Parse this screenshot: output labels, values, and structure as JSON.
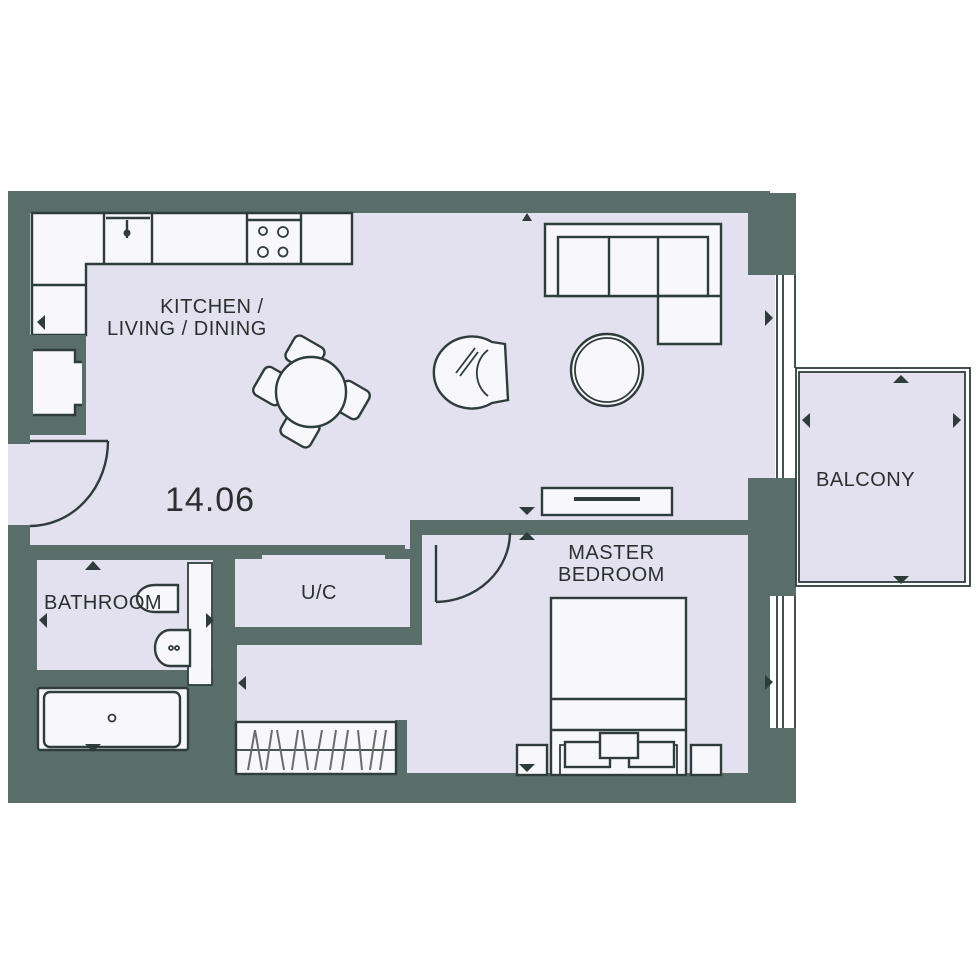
{
  "floor_plan": {
    "rooms": [
      {
        "id": "kitchen_living_dining",
        "label_line1": "KITCHEN /",
        "label_line2": "LIVING / DINING",
        "area": "14.06"
      },
      {
        "id": "balcony",
        "label": "BALCONY"
      },
      {
        "id": "master_bedroom",
        "label_line1": "MASTER",
        "label_line2": "BEDROOM"
      },
      {
        "id": "bathroom",
        "label": "BATHROOM"
      },
      {
        "id": "utility_cupboard",
        "label": "U/C"
      }
    ],
    "colors": {
      "wall": "#5a6e69",
      "floor": "#e3e0ef",
      "fixtures": "#f8f8fc",
      "outline": "#2e3d3a",
      "text": "#2b302f"
    }
  }
}
